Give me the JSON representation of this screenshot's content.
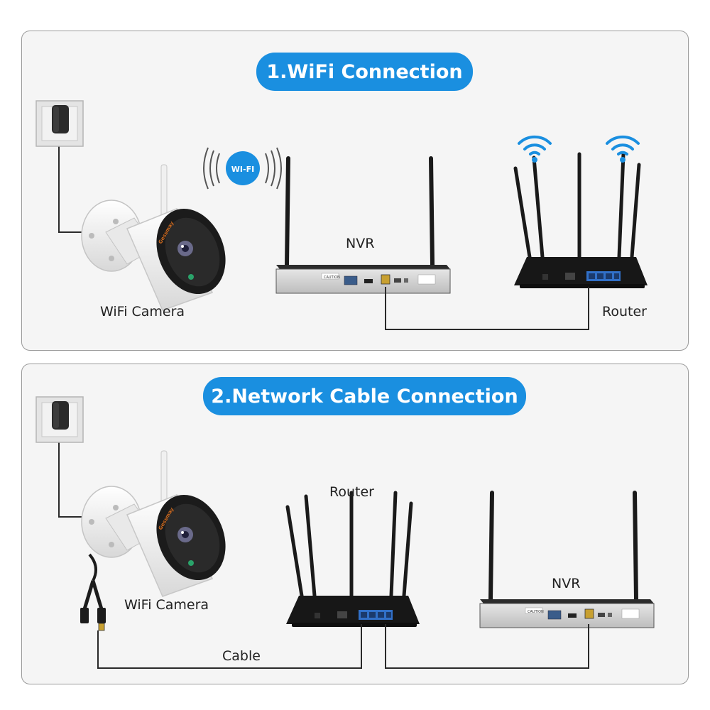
{
  "panel1": {
    "title": "1.WiFi Connection",
    "wifi_badge": "WI-FI",
    "camera_label": "WiFi Camera",
    "nvr_label": "NVR",
    "router_label": "Router",
    "camera_brand": "Gessmay",
    "nvr_caution": "CAUTION"
  },
  "panel2": {
    "title": "2.Network Cable Connection",
    "camera_label": "WiFi Camera",
    "router_label": "Router",
    "nvr_label": "NVR",
    "cable_label": "Cable",
    "camera_brand": "Gessmay",
    "nvr_caution": "CAUTION"
  },
  "colors": {
    "accent": "#1a8fe0",
    "panel_bg": "#f5f5f5",
    "border": "#9a9a9a",
    "device_dark": "#1c1c1c",
    "wire": "#2a2a2a"
  }
}
